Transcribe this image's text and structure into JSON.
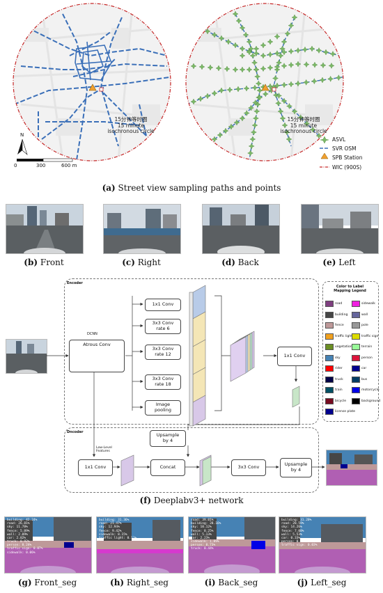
{
  "map_panel": {
    "label_zh": "15分钟等时圈",
    "label_en_1": "15 minute",
    "label_en_2": "isochronous circle",
    "scale": [
      "0",
      "300",
      "600 m"
    ],
    "north": "N",
    "legend": [
      {
        "key": "asvl",
        "label": "ASVL"
      },
      {
        "key": "svr",
        "label": "SVR OSM"
      },
      {
        "key": "spb",
        "label": "SPB Station"
      },
      {
        "key": "wic",
        "label": "WIC (900S)"
      }
    ],
    "caption_tag": "(a)",
    "caption": " Street view sampling paths and points"
  },
  "views": [
    {
      "tag": "(b)",
      "label": " Front"
    },
    {
      "tag": "(c)",
      "label": " Right"
    },
    {
      "tag": "(d)",
      "label": " Back"
    },
    {
      "tag": "(e)",
      "label": " Left"
    }
  ],
  "network": {
    "encoder": "Encoder",
    "decoder": "Dncoder",
    "dcnn": "DCNN",
    "atrous": "Atrous Conv",
    "aspp": [
      "1x1 Conv",
      "3x3 Conv\nrate 6",
      "3x3 Conv\nrate 12",
      "3x3 Conv\nrate 18",
      "Image\npooling"
    ],
    "enc_conv": "1x1 Conv",
    "upsample1": "Upsample\nby 4",
    "low_level": "Low-Level\nFeatures",
    "dec_conv": "1x1 Conv",
    "concat": "Concat",
    "conv33": "3x3 Conv",
    "upsample2": "Upsample\nby 4",
    "caption_tag": "(f)",
    "caption": " Deeplabv3+ network"
  },
  "legend_panel": {
    "title": "Color to Label\nMapping Legend",
    "items": [
      {
        "label": "road",
        "color": "#7f3f80"
      },
      {
        "label": "sidewalk",
        "color": "#f020e0"
      },
      {
        "label": "building",
        "color": "#464646"
      },
      {
        "label": "wall",
        "color": "#66669c"
      },
      {
        "label": "fence",
        "color": "#be9999"
      },
      {
        "label": "pole",
        "color": "#999999"
      },
      {
        "label": "traffic light",
        "color": "#f0a01e"
      },
      {
        "label": "traffic sign",
        "color": "#dcdc00"
      },
      {
        "label": "vegetation",
        "color": "#6b8e23"
      },
      {
        "label": "terrain",
        "color": "#98fb98"
      },
      {
        "label": "sky",
        "color": "#4682b4"
      },
      {
        "label": "person",
        "color": "#dc143c"
      },
      {
        "label": "rider",
        "color": "#ff0000"
      },
      {
        "label": "car",
        "color": "#00008e"
      },
      {
        "label": "truck",
        "color": "#000046"
      },
      {
        "label": "bus",
        "color": "#003c64"
      },
      {
        "label": "train",
        "color": "#005064"
      },
      {
        "label": "motorcycle",
        "color": "#0000e6"
      },
      {
        "label": "bicycle",
        "color": "#770b20"
      },
      {
        "label": "background",
        "color": "#000000"
      },
      {
        "label": "license plate",
        "color": "#00008e"
      }
    ]
  },
  "segs": [
    {
      "tag": "(g)",
      "label": " Front_seg",
      "stats": "building: 42.24%\nroad: 26.81%\nsky: 11.78%\nfence: 5.89%\nwall: 2.09%\ncar: 2.02%\ntruck: 0.92%\nperson: 0.24%\ntraffic sign: 0.07%\nsidewalk: 0.06%"
    },
    {
      "tag": "(h)",
      "label": " Right_seg",
      "stats": "building: 31.36%\nroad: 21.47%\nsky: 12.94%\nfence: 9.42%\nsidewalk: 8.15%\ntraffic light: 0.11%"
    },
    {
      "tag": "(i)",
      "label": " Back_seg",
      "stats": "road: 39.01%\nbuilding: 28.16%\nsky: 10.12%\nfence: 8.25%\nwall: 5.13%\ncar: 2.23%\nsidewalk: 1.89%\nperson: 0.73%\ntruck: 0.44%"
    },
    {
      "tag": "(j)",
      "label": " Left_seg",
      "stats": "building: 31.20%\nroad: 28.59%\nsky: 14.26%\nfence: 7.08%\nwall: 5.53%\ncar: 0.33%\nperson: 0.08%\ntraffic sign: 0.03%"
    }
  ],
  "colors": {
    "red_dash": "#c62828",
    "road_blue": "#3a6fb8",
    "asvl_green": "#7cb868",
    "station_orange": "#f0a030"
  }
}
